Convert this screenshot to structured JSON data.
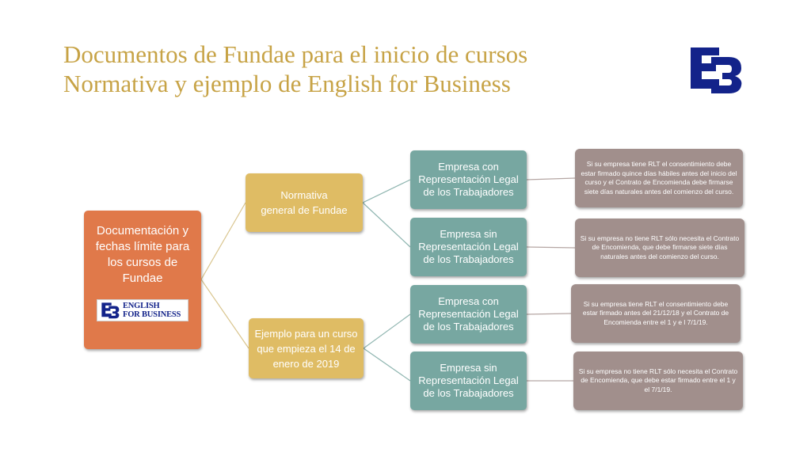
{
  "title": {
    "line1": "Documentos de Fundae para el inicio de cursos",
    "line2": "Normativa  y  ejemplo  de  English for Business"
  },
  "colors": {
    "title": "#c7a346",
    "brand_blue": "#13238a",
    "root_box": "#e0794a",
    "mid_box": "#dfbc64",
    "teal_box": "#77a7a1",
    "grey_box": "#a18f8c",
    "connector": "#d9c58e"
  },
  "header_logo": {
    "icon": "eb-logo-icon"
  },
  "root": {
    "text": "Documentación y fechas límite para  los cursos de Fundae",
    "logo_line1": "ENGLISH",
    "logo_line2": "FOR BUSINESS"
  },
  "normativa": {
    "line1": "Normativa",
    "line2": "general de Fundae",
    "branches": [
      {
        "label": "Empresa con Representación Legal de los Trabajadores",
        "note": "Si su empresa tiene RLT el consentimiento debe estar  firmado quince días hábiles antes del inicio del curso y el Contrato de Encomienda debe firmarse siete días naturales antes del comienzo del curso."
      },
      {
        "label": "Empresa sin Representación Legal de los Trabajadores",
        "note": "Si su empresa no tiene RLT  sólo necesita el Contrato de Encomienda, que   debe firmarse siete días naturales antes del comienzo del curso."
      }
    ]
  },
  "ejemplo": {
    "text": "Ejemplo para un curso que empieza el 14 de enero de 2019",
    "branches": [
      {
        "label": "Empresa con Representación Legal de los Trabajadores",
        "note": "Si su empresa tiene RLT el consentimiento debe estar  firmado antes del 21/12/18 y el Contrato de Encomienda entre el  1 y e l 7/1/19."
      },
      {
        "label": "Empresa sin Representación Legal de los Trabajadores",
        "note": "Si su empresa no tiene RLT sólo necesita el Contrato de Encomienda, que debe estar firmado entre el 1 y el 7/1/19."
      }
    ]
  }
}
